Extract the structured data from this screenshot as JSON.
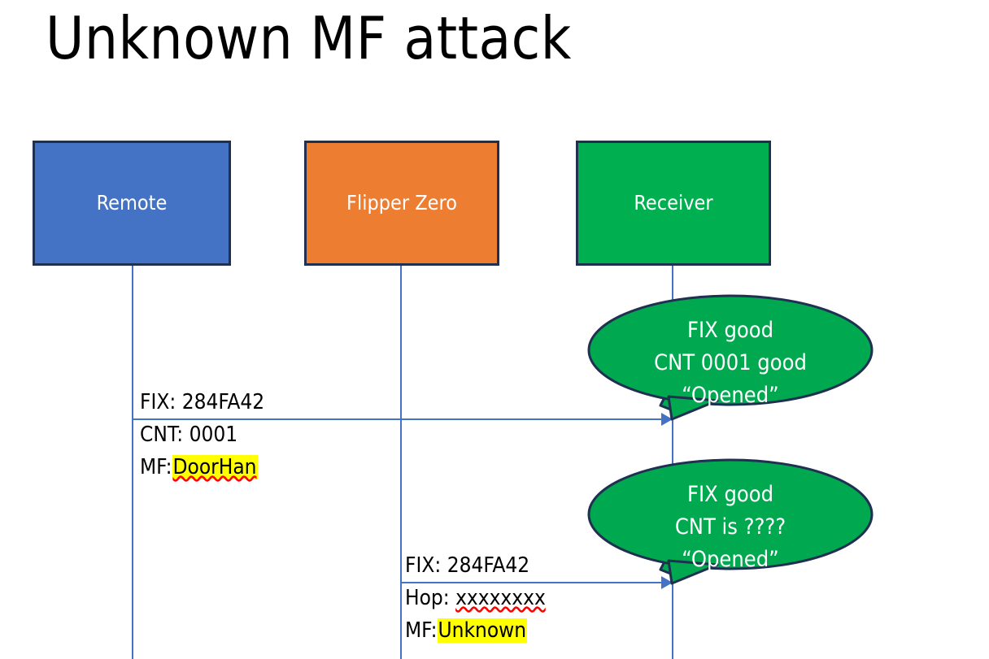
{
  "slide": {
    "title": "Unknown MF attack",
    "background": "#FFFFFF"
  },
  "colors": {
    "remote_fill": "#4472C4",
    "flipper_fill": "#ED7D31",
    "receiver_fill": "#00B050",
    "box_border": "#1F3050",
    "lifeline": "#4472C4",
    "arrow": "#4472C4",
    "bubble_fill": "#00A850",
    "bubble_border": "#1F3050",
    "highlight": "#FFFF00",
    "spellcheck_underline": "#FF0000"
  },
  "actors": [
    {
      "id": "remote",
      "label": "Remote"
    },
    {
      "id": "flipper",
      "label": "Flipper Zero"
    },
    {
      "id": "receiver",
      "label": "Receiver"
    }
  ],
  "messages": [
    {
      "id": "remote-to-receiver",
      "from": "remote",
      "to": "receiver",
      "lines": [
        {
          "label": "FIX:",
          "value": "284FA42",
          "highlighted": false,
          "spellcheck": false
        },
        {
          "label": "CNT:",
          "value": "0001",
          "highlighted": false,
          "spellcheck": false
        },
        {
          "label": "MF:",
          "value": "DoorHan",
          "highlighted": true,
          "spellcheck": true
        }
      ]
    },
    {
      "id": "flipper-to-receiver",
      "from": "flipper",
      "to": "receiver",
      "lines": [
        {
          "label": "FIX:",
          "value": "284FA42",
          "highlighted": false,
          "spellcheck": false
        },
        {
          "label": "Hop:",
          "value": "xxxxxxxx",
          "highlighted": false,
          "spellcheck": true
        },
        {
          "label": "MF:",
          "value": "Unknown",
          "highlighted": true,
          "spellcheck": false
        }
      ]
    }
  ],
  "bubbles": [
    {
      "id": "bubble-first-reply",
      "lines": [
        "FIX good",
        "CNT 0001 good",
        "“Opened”"
      ]
    },
    {
      "id": "bubble-second-reply",
      "lines": [
        "FIX good",
        "CNT is ????",
        "“Opened”"
      ]
    }
  ]
}
